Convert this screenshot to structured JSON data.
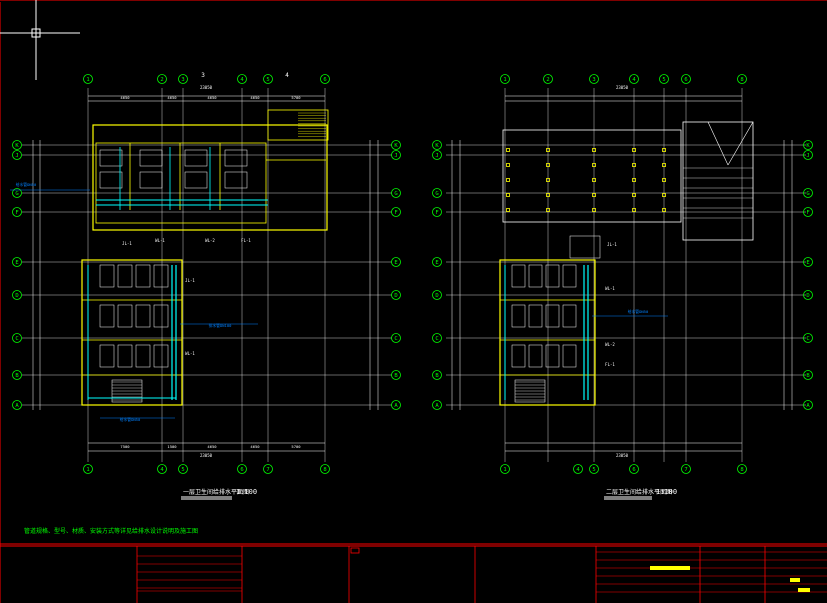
{
  "colors": {
    "background": "#000000",
    "frame": "#ff0000",
    "wall": "#ffff00",
    "grid_line": "#ffffff",
    "pipe": "#00ffff",
    "note": "#00ff00",
    "annotation": "#0080ff",
    "dimension": "#ffffff",
    "cursor": "#ffffff"
  },
  "drawing": {
    "left_plan": {
      "title": "一层卫生间给排水平面图",
      "scale": "1:100",
      "grid_top": [
        "1",
        "2",
        "3",
        "4",
        "5",
        "6"
      ],
      "grid_bottom": [
        "1",
        "4",
        "5",
        "6",
        "7",
        "8"
      ],
      "grid_left": [
        "K",
        "J",
        "G",
        "F",
        "E",
        "D",
        "C",
        "B",
        "A"
      ],
      "grid_right": [
        "K",
        "J",
        "G",
        "F",
        "E",
        "D",
        "C",
        "B",
        "A"
      ],
      "section_marks": [
        "3",
        "4"
      ],
      "top_dims": [
        "4650",
        "4650",
        "4650",
        "4650",
        "5700"
      ],
      "bottom_dims": [
        "7500",
        "1500",
        "4650",
        "4650",
        "5700"
      ],
      "total_dim": "23050",
      "labels": [
        "JL-1",
        "WL-1",
        "WL-2",
        "FL-1",
        "给水管DN50",
        "排水管DN100"
      ]
    },
    "right_plan": {
      "title": "二层卫生间给排水平面图",
      "scale": "1:100",
      "grid_top": [
        "1",
        "2",
        "3",
        "4",
        "5",
        "6",
        "7",
        "8"
      ],
      "grid_bottom": [
        "1",
        "4",
        "5",
        "6",
        "7",
        "8"
      ],
      "grid_left": [
        "K",
        "J",
        "G",
        "F",
        "E",
        "D",
        "C",
        "B",
        "A"
      ],
      "grid_right": [
        "K",
        "J",
        "G",
        "F",
        "E",
        "D",
        "C",
        "B",
        "A"
      ],
      "total_dim": "23050",
      "labels": [
        "JL-1",
        "WL-1",
        "WL-2",
        "FL-1",
        "给水管DN50"
      ]
    },
    "note": "管道规格、型号、材质、安装方式等详见给排水设计说明及施工图",
    "title_block": {
      "highlights": [
        "",
        "",
        ""
      ]
    }
  }
}
